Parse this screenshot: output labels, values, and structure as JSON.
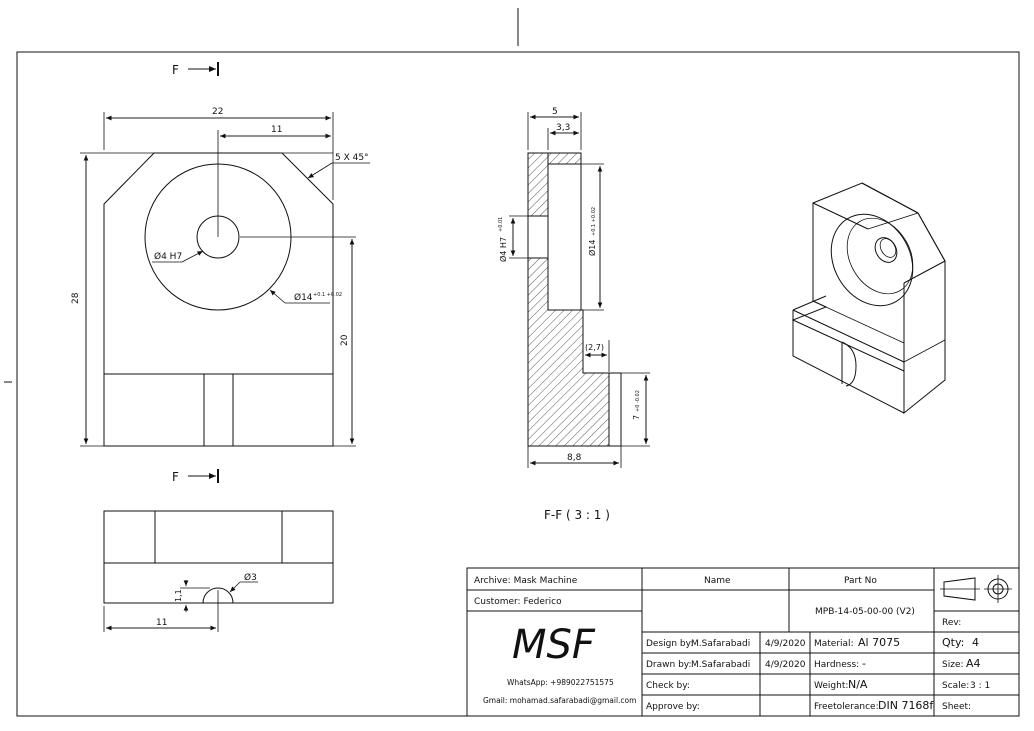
{
  "views": {
    "section_marker_top": "F",
    "section_marker_bottom": "F",
    "section_label": "F-F ( 3 : 1 )"
  },
  "front_view": {
    "dim_width": "22",
    "dim_half_width": "11",
    "dim_chamfer": "5 X 45°",
    "dim_height": "28",
    "dim_hole_height": "20",
    "dim_hole_small": "Ø4 H7",
    "dim_hole_big": "Ø14",
    "dim_hole_big_tol": "+0.1 +0.02"
  },
  "section_view": {
    "dim_top": "5",
    "dim_inner": "3,3",
    "dim_left_hole": "Ø4 H7",
    "dim_left_tol": "+0.01",
    "dim_right_hole": "Ø14",
    "dim_right_tol": "+0.1 +0.02",
    "dim_step": "(2,7)",
    "dim_foot": "7",
    "dim_foot_tol": "+0 -0.02",
    "dim_bottom": "8,8"
  },
  "bottom_view": {
    "dim_radius": "Ø3",
    "dim_depth": "1,1",
    "dim_offset": "11"
  },
  "title_block": {
    "archive": "Archive: Mask Machine",
    "customer": "Customer: Federico",
    "logo": "MSF",
    "whatsapp": "WhatsApp: +989022751575",
    "gmail": "Gmail: mohamad.safarabadi@gmail.com",
    "name_header": "Name",
    "partno_header": "Part No",
    "partno_value": "MPB-14-05-00-00 (V2)",
    "rev": "Rev:",
    "rows": [
      {
        "label": "Design by:",
        "name": "M.Safarabadi",
        "date": "4/9/2020",
        "prop_label": "Material:",
        "prop_value": "Al 7075",
        "right_label": "Qty:",
        "right_value": "4"
      },
      {
        "label": "Drawn by:",
        "name": "M.Safarabadi",
        "date": "4/9/2020",
        "prop_label": "Hardness:",
        "prop_value": "-",
        "right_label": "Size:",
        "right_value": "A4"
      },
      {
        "label": "Check by:",
        "name": "",
        "date": "",
        "prop_label": "Weight:",
        "prop_value": "N/A",
        "right_label": "Scale:",
        "right_value": "3 : 1"
      },
      {
        "label": "Approve by:",
        "name": "",
        "date": "",
        "prop_label": "Freetolerance:",
        "prop_value": "DIN 7168f",
        "right_label": "Sheet:",
        "right_value": ""
      }
    ]
  }
}
